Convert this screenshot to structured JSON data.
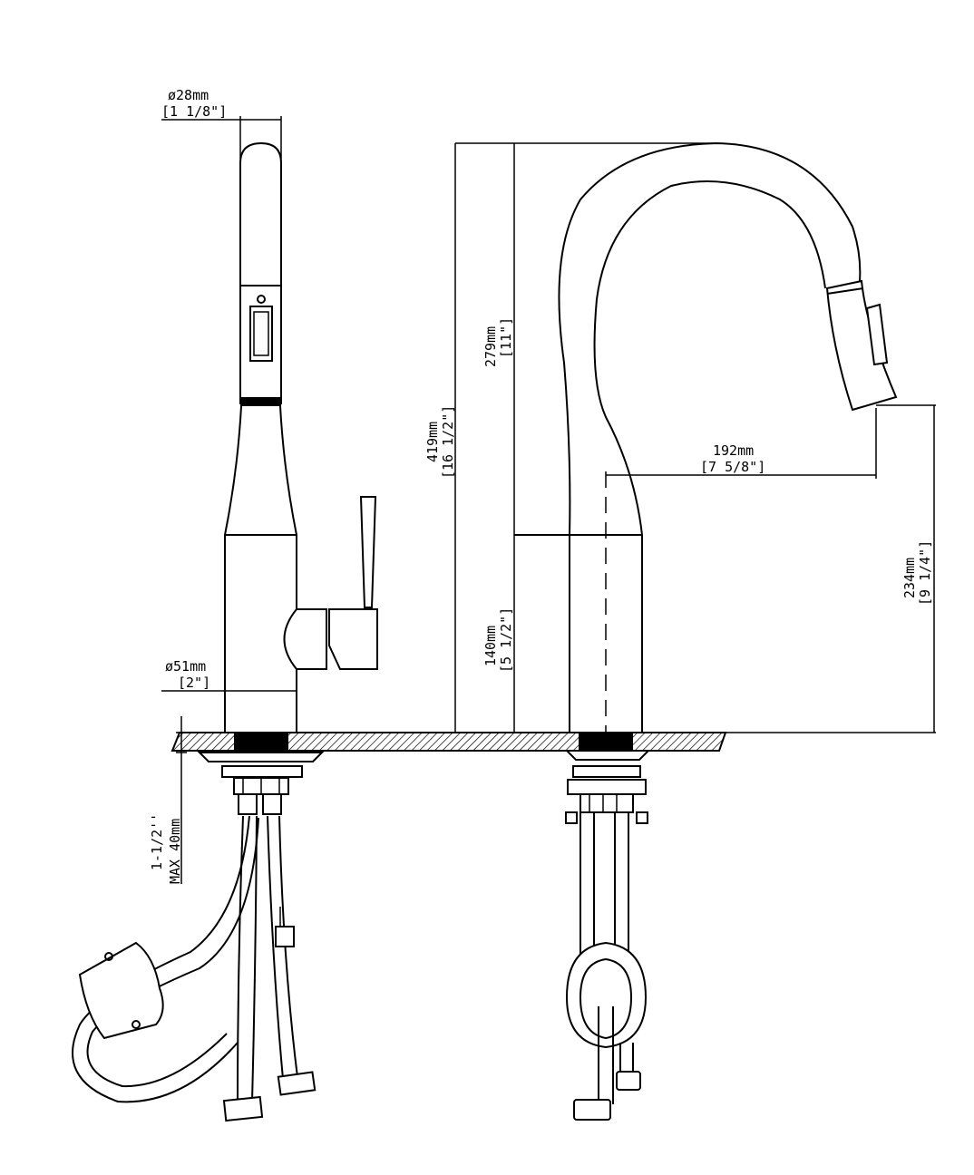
{
  "dimensions": {
    "top_diameter": {
      "metric": "ø28mm",
      "imperial": "[1 1/8\"]"
    },
    "base_diameter": {
      "metric": "ø51mm",
      "imperial": "[2\"]"
    },
    "total_height": {
      "metric": "419mm",
      "imperial": "[16 1/2\"]"
    },
    "spout_height": {
      "metric": "279mm",
      "imperial": "[11\"]"
    },
    "body_height": {
      "metric": "140mm",
      "imperial": "[5 1/2\"]"
    },
    "spout_reach": {
      "metric": "192mm",
      "imperial": "[7 5/8\"]"
    },
    "outlet_height": {
      "metric": "234mm",
      "imperial": "[9 1/4\"]"
    },
    "deck_thickness": {
      "line1": "1-1/2''",
      "line2": "MAX 40mm"
    }
  },
  "colors": {
    "line": "#000000",
    "background": "#ffffff"
  }
}
